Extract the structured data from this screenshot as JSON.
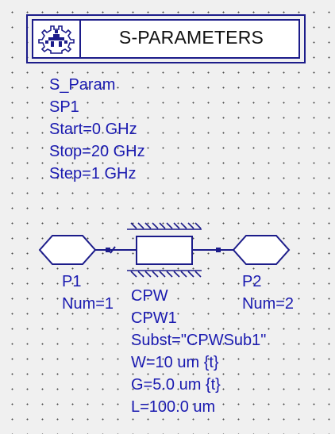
{
  "controller": {
    "title": "S-PARAMETERS",
    "icon": "gear-icon",
    "name": "S_Param",
    "instance": "SP1",
    "params": [
      "Start=0 GHz",
      "Stop=20 GHz",
      "Step=1 GHz"
    ]
  },
  "ports": [
    {
      "name": "P1",
      "num": "Num=1"
    },
    {
      "name": "P2",
      "num": "Num=2"
    }
  ],
  "component": {
    "type": "CPW",
    "instance": "CPW1",
    "params": [
      "Subst=\"CPWSub1\"",
      "W=10 um {t}",
      "G=5.0 um {t}",
      "L=100.0 um"
    ]
  },
  "colors": {
    "wire": "#1c1c8a",
    "text": "#1a1ab0",
    "background": "#f0f0f0",
    "grid_dot": "#4a4a4a"
  }
}
